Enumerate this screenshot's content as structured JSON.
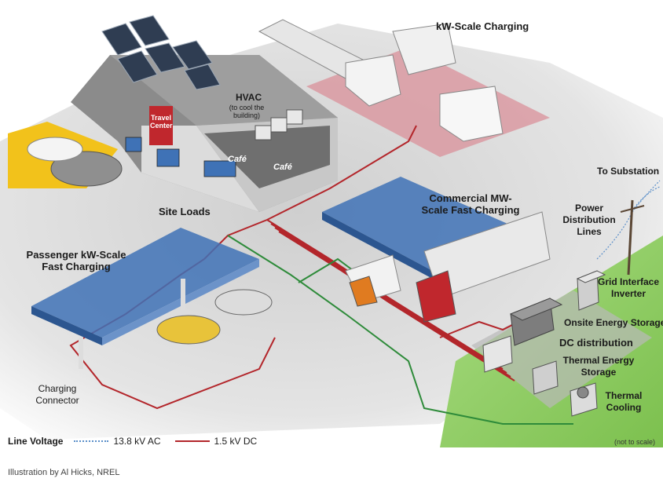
{
  "labels": {
    "kw_scale_charging": "kW-Scale Charging",
    "hvac_title": "HVAC",
    "hvac_sub": "(to cool the building)",
    "travel_center": "Travel Center",
    "cafe_1": "Café",
    "cafe_2": "Café",
    "site_loads": "Site Loads",
    "commercial_mw": "Commercial MW-Scale Fast Charging",
    "to_substation": "To Substation",
    "power_distribution": "Power Distribution Lines",
    "passenger_kw": "Passenger kW-Scale Fast Charging",
    "grid_interface": "Grid Interface Inverter",
    "onsite_storage": "Onsite Energy Storage",
    "dc_distribution": "DC distribution",
    "thermal_storage": "Thermal Energy Storage",
    "thermal_cooling": "Thermal Cooling",
    "charging_connector": "Charging Connector",
    "not_to_scale": "(not to scale)"
  },
  "legend": {
    "title": "Line Voltage",
    "ac_label": "13.8 kV AC",
    "dc_label": "1.5 kV DC"
  },
  "credit": "Illustration by Al Hicks, NREL",
  "colors": {
    "dc_line": "#b3262b",
    "ac_line": "#5b8fc9",
    "green_line": "#2e8b3a",
    "canopy": "#3f72b6",
    "grass": "#8ccc5e",
    "truck_zone": "#d9909a",
    "car_zone": "#f2c21b"
  }
}
